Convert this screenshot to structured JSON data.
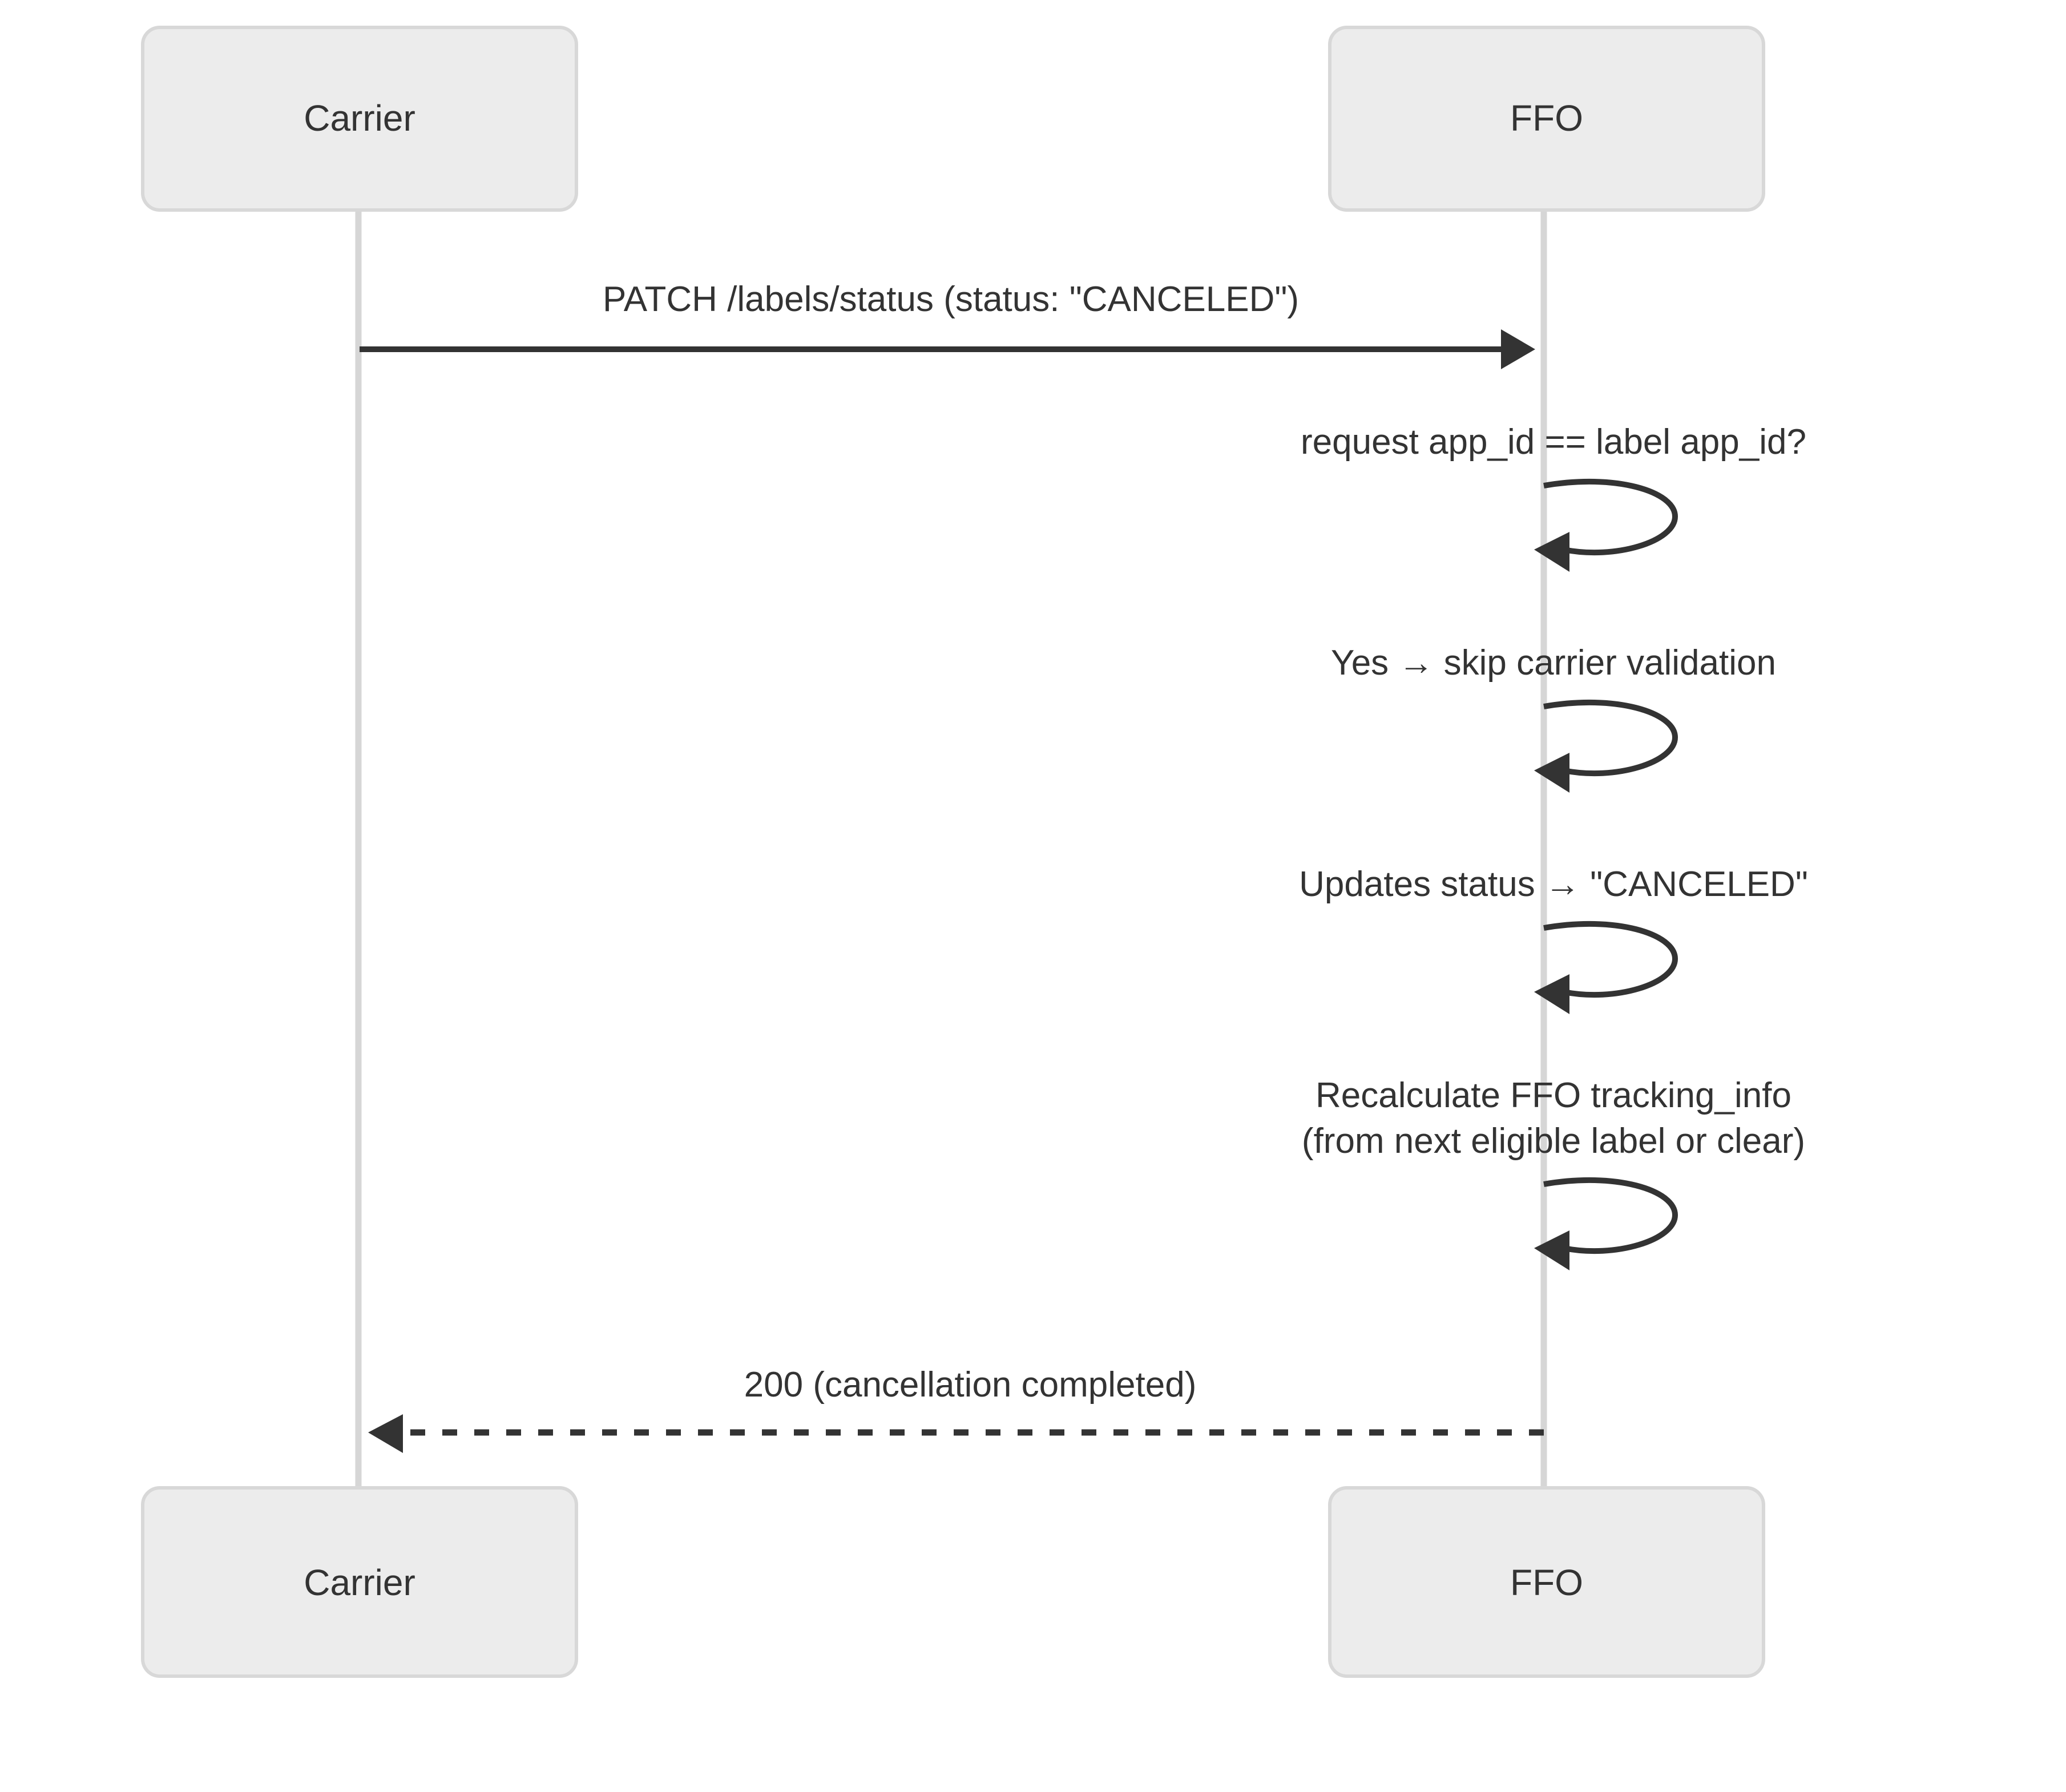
{
  "diagram": {
    "type": "sequence-diagram",
    "title": "",
    "background_color": "#ffffff",
    "actor_box_fill": "#ECECEC",
    "actor_box_stroke": "#D8D8D8",
    "lifeline_color": "#D6D6D6",
    "message_color": "#333333",
    "actors": [
      {
        "id": "carrier",
        "name": "Carrier",
        "top_label": "Carrier",
        "bottom_label": "Carrier"
      },
      {
        "id": "ffo",
        "name": "FFO",
        "top_label": "FFO",
        "bottom_label": "FFO"
      }
    ],
    "messages": [
      {
        "kind": "call",
        "from": "carrier",
        "to": "ffo",
        "label": "PATCH /labels/status (status: \"CANCELED\")",
        "line_style": "solid",
        "arrow": "filled"
      },
      {
        "kind": "self",
        "from": "ffo",
        "to": "ffo",
        "label": "request app_id == label app_id?",
        "line_style": "solid",
        "arrow": "filled"
      },
      {
        "kind": "self",
        "from": "ffo",
        "to": "ffo",
        "label": "Yes → skip carrier validation",
        "line_style": "solid",
        "arrow": "filled"
      },
      {
        "kind": "self",
        "from": "ffo",
        "to": "ffo",
        "label": "Updates status → \"CANCELED\"",
        "line_style": "solid",
        "arrow": "filled"
      },
      {
        "kind": "self",
        "from": "ffo",
        "to": "ffo",
        "label_line1": "Recalculate FFO tracking_info",
        "label_line2": "(from next eligible label or clear)",
        "line_style": "solid",
        "arrow": "filled"
      },
      {
        "kind": "return",
        "from": "ffo",
        "to": "carrier",
        "label": "200 (cancellation completed)",
        "line_style": "dashed",
        "arrow": "filled"
      }
    ]
  }
}
